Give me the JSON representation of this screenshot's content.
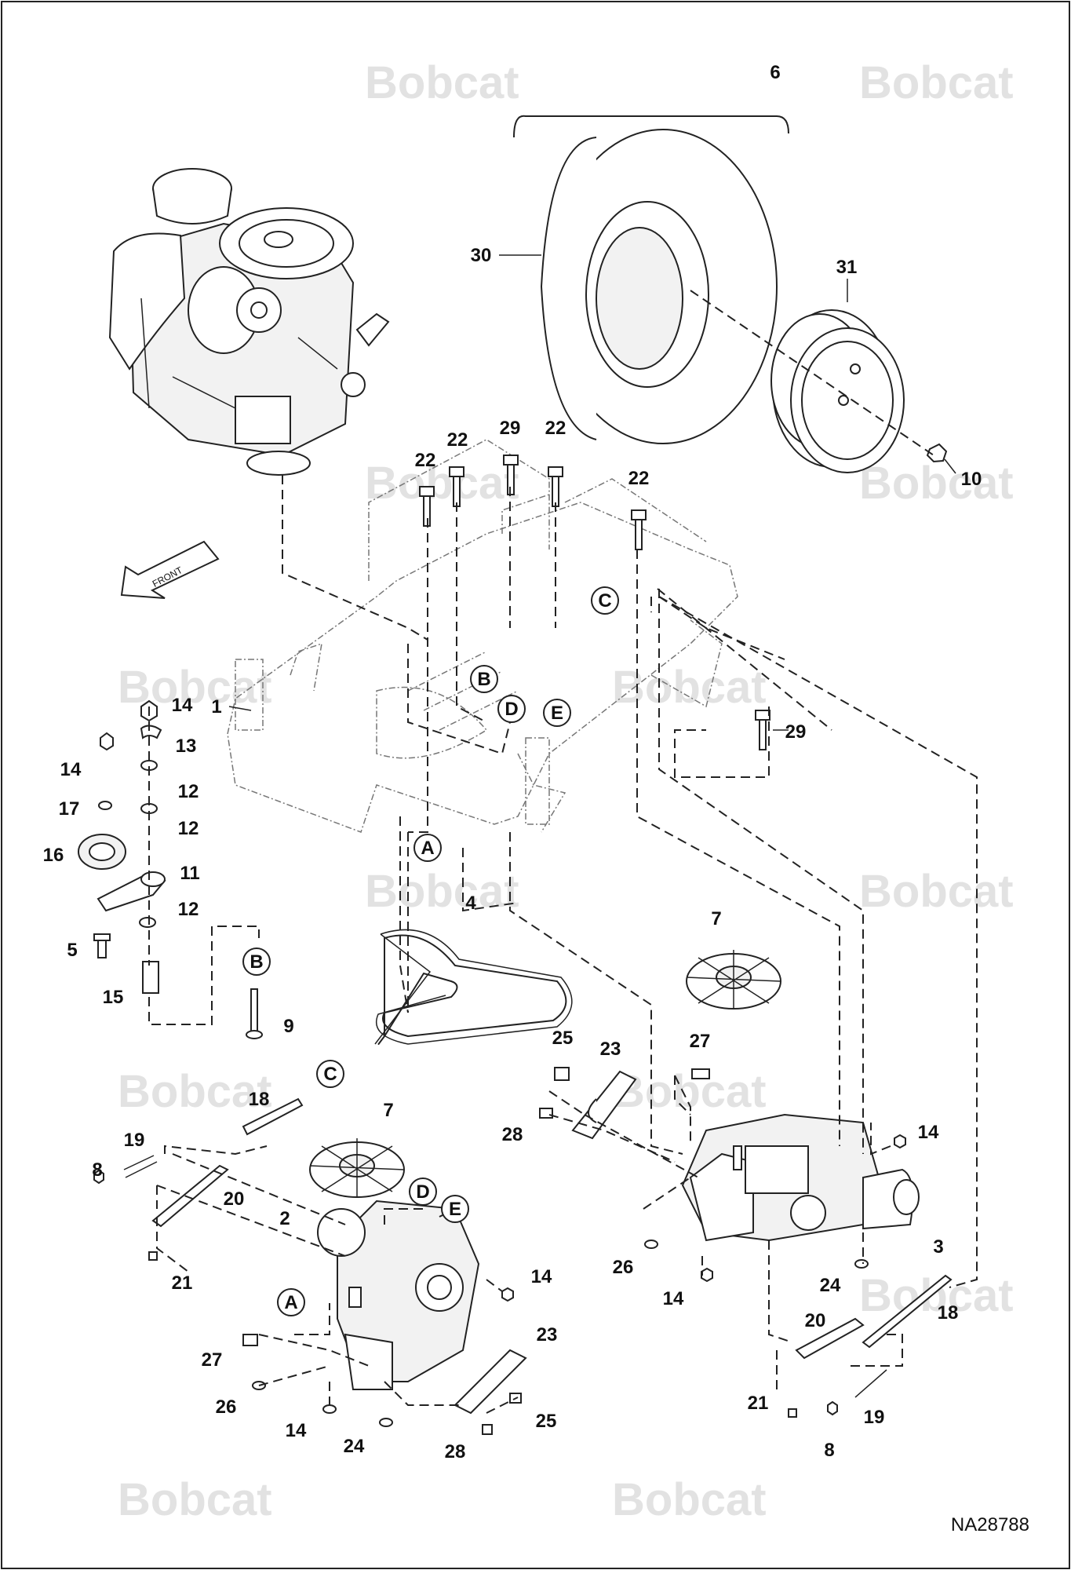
{
  "watermark": "Bobcat",
  "drawing_code": "NA28788",
  "front_arrow_label": "FRONT",
  "callouts": [
    {
      "id": "c6",
      "text": "6"
    },
    {
      "id": "c30",
      "text": "30"
    },
    {
      "id": "c31",
      "text": "31"
    },
    {
      "id": "c10",
      "text": "10"
    },
    {
      "id": "c22a",
      "text": "22"
    },
    {
      "id": "c22b",
      "text": "22"
    },
    {
      "id": "c29a",
      "text": "29"
    },
    {
      "id": "c22c",
      "text": "22"
    },
    {
      "id": "c22d",
      "text": "22"
    },
    {
      "id": "c29b",
      "text": "29"
    },
    {
      "id": "c1",
      "text": "1"
    },
    {
      "id": "c14a",
      "text": "14"
    },
    {
      "id": "c13",
      "text": "13"
    },
    {
      "id": "c14b",
      "text": "14"
    },
    {
      "id": "c12a",
      "text": "12"
    },
    {
      "id": "c17",
      "text": "17"
    },
    {
      "id": "c12b",
      "text": "12"
    },
    {
      "id": "c16",
      "text": "16"
    },
    {
      "id": "c11",
      "text": "11"
    },
    {
      "id": "c12c",
      "text": "12"
    },
    {
      "id": "c5",
      "text": "5"
    },
    {
      "id": "c15",
      "text": "15"
    },
    {
      "id": "c9",
      "text": "9"
    },
    {
      "id": "c4",
      "text": "4"
    },
    {
      "id": "c7a",
      "text": "7"
    },
    {
      "id": "c25a",
      "text": "25"
    },
    {
      "id": "c23a",
      "text": "23"
    },
    {
      "id": "c27a",
      "text": "27"
    },
    {
      "id": "c28a",
      "text": "28"
    },
    {
      "id": "c14c",
      "text": "14"
    },
    {
      "id": "c26a",
      "text": "26"
    },
    {
      "id": "c3",
      "text": "3"
    },
    {
      "id": "c14d",
      "text": "14"
    },
    {
      "id": "c24a",
      "text": "24"
    },
    {
      "id": "c18a",
      "text": "18"
    },
    {
      "id": "c20a",
      "text": "20"
    },
    {
      "id": "c21a",
      "text": "21"
    },
    {
      "id": "c19a",
      "text": "19"
    },
    {
      "id": "c8a",
      "text": "8"
    },
    {
      "id": "c18b",
      "text": "18"
    },
    {
      "id": "c19b",
      "text": "19"
    },
    {
      "id": "c8b",
      "text": "8"
    },
    {
      "id": "c20b",
      "text": "20"
    },
    {
      "id": "c21b",
      "text": "21"
    },
    {
      "id": "c7b",
      "text": "7"
    },
    {
      "id": "c2",
      "text": "2"
    },
    {
      "id": "c14e",
      "text": "14"
    },
    {
      "id": "c23b",
      "text": "23"
    },
    {
      "id": "c27b",
      "text": "27"
    },
    {
      "id": "c26b",
      "text": "26"
    },
    {
      "id": "c14f",
      "text": "14"
    },
    {
      "id": "c24b",
      "text": "24"
    },
    {
      "id": "c28b",
      "text": "28"
    },
    {
      "id": "c25b",
      "text": "25"
    }
  ],
  "reference_letters": [
    {
      "id": "rC1",
      "text": "C"
    },
    {
      "id": "rB1",
      "text": "B"
    },
    {
      "id": "rD1",
      "text": "D"
    },
    {
      "id": "rE1",
      "text": "E"
    },
    {
      "id": "rA1",
      "text": "A"
    },
    {
      "id": "rB2",
      "text": "B"
    },
    {
      "id": "rC2",
      "text": "C"
    },
    {
      "id": "rD2",
      "text": "D"
    },
    {
      "id": "rE2",
      "text": "E"
    },
    {
      "id": "rA2",
      "text": "A"
    }
  ]
}
